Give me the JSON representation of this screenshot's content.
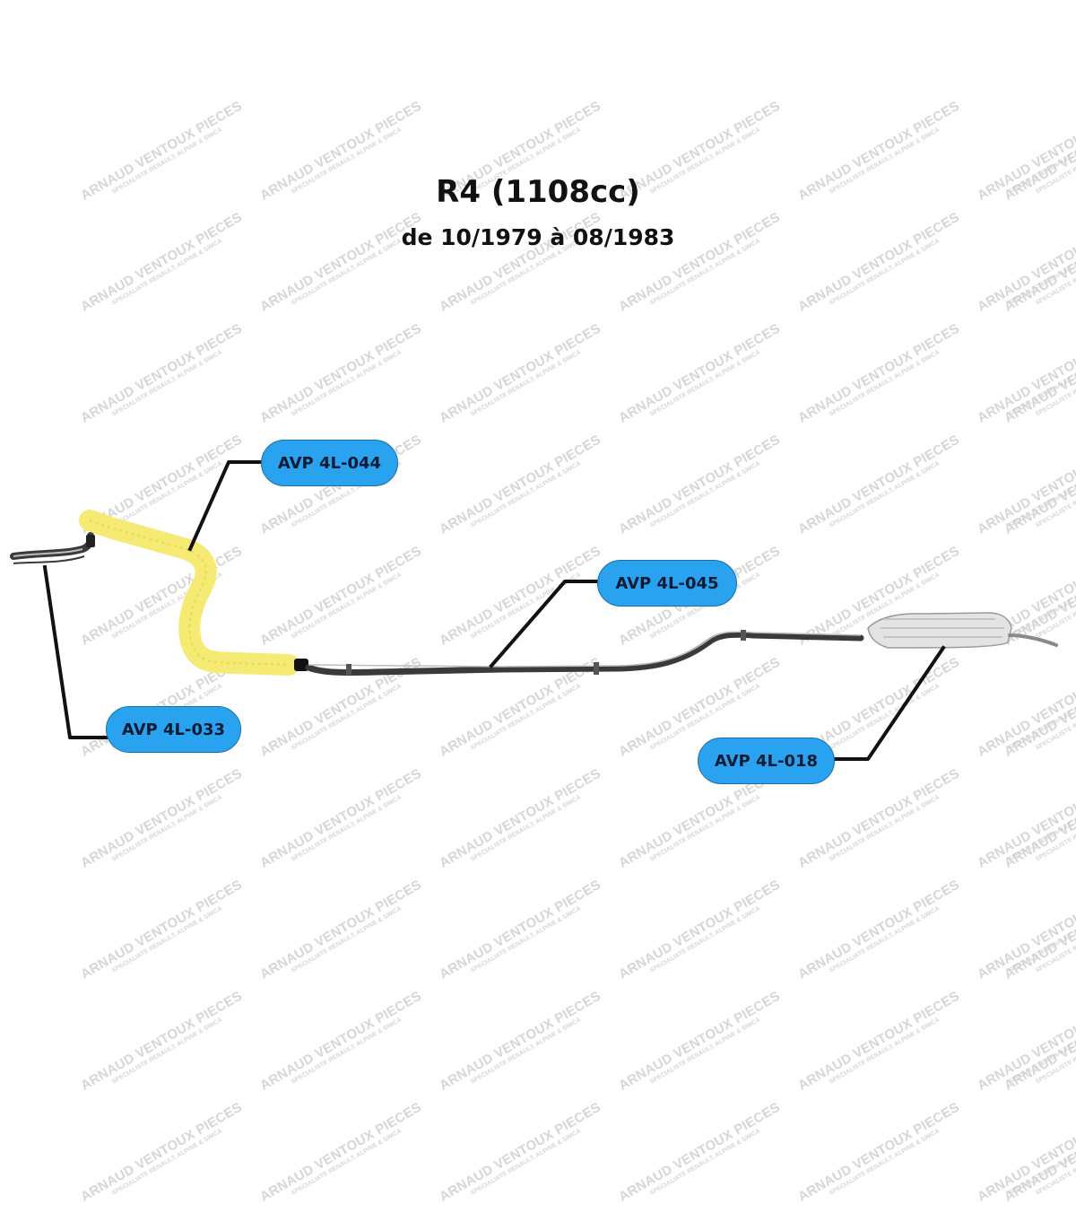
{
  "header": {
    "title": "R4 (1108cc)",
    "subtitle": "de 10/1979 à 08/1983"
  },
  "watermark": {
    "line1": "ARNAUD VENTOUX PIECES",
    "line2": "SPECIALISTE RENAULT, ALPINE & SIMCA"
  },
  "parts": [
    {
      "id": "avp-4l-044",
      "label": "AVP 4L-044",
      "highlighted": true
    },
    {
      "id": "avp-4l-045",
      "label": "AVP 4L-045",
      "highlighted": false
    },
    {
      "id": "avp-4l-033",
      "label": "AVP 4L-033",
      "highlighted": false
    },
    {
      "id": "avp-4l-018",
      "label": "AVP 4L-018",
      "highlighted": false
    }
  ],
  "colors": {
    "badge": "#29a3ef",
    "highlight": "#f4ea74",
    "pipe": "#4a4a4a"
  }
}
